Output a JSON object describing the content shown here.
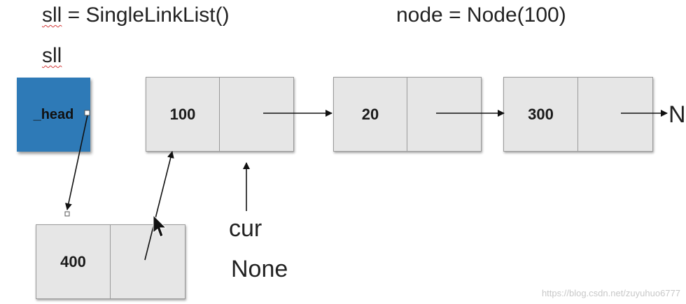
{
  "code_left": "sll = SingleLinkList()",
  "code_left_var": "sll",
  "code_left_rest": " = SingleLinkList()",
  "code_right": "node = Node(100)",
  "sll_label": "sll",
  "head_label": "_head",
  "nodes": [
    {
      "value": "100"
    },
    {
      "value": "20"
    },
    {
      "value": "300"
    }
  ],
  "new_node_value": "400",
  "end_label": "N",
  "cur_label": "cur",
  "none_label": "None",
  "watermark": "https://blog.csdn.net/zuyuhuo6777"
}
